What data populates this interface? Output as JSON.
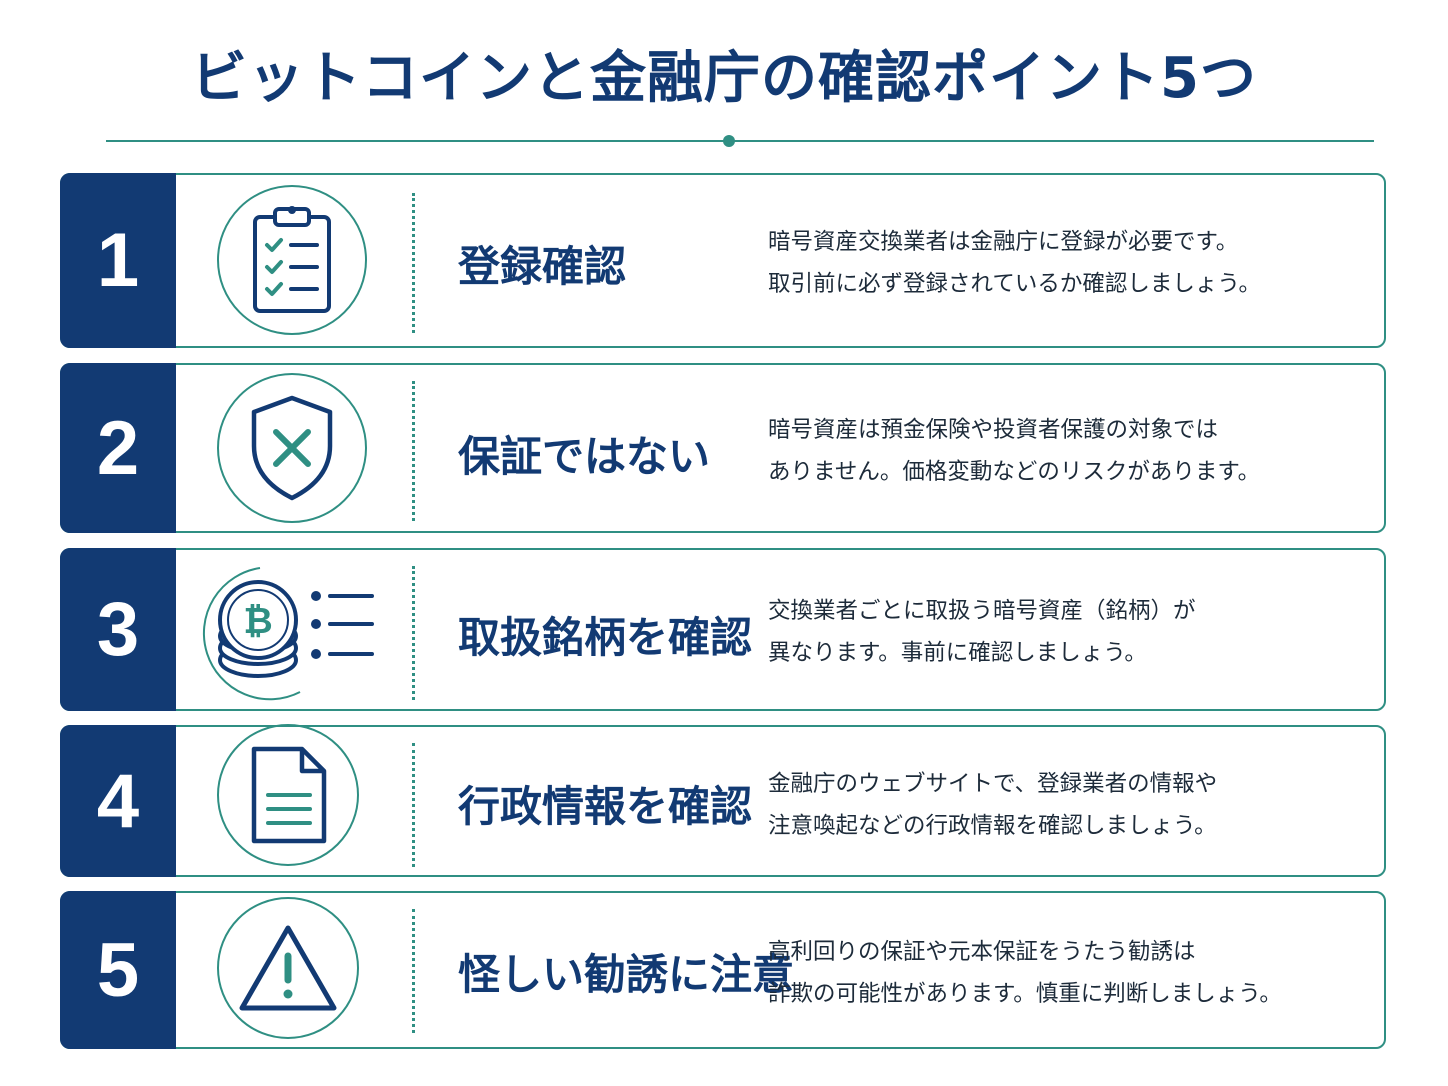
{
  "title": "ビットコインと金融庁の確認ポイント5つ",
  "colors": {
    "navy": "#123a73",
    "teal": "#2f8f83"
  },
  "points": [
    {
      "number": "1",
      "icon": "clipboard-checklist-icon",
      "heading": "登録確認",
      "lines": [
        "暗号資産交換業者は金融庁に登録が必要です。",
        "取引前に必ず登録されているか確認しましょう。"
      ]
    },
    {
      "number": "2",
      "icon": "shield-x-icon",
      "heading": "保証ではない",
      "lines": [
        "暗号資産は預金保険や投資者保護の対象では",
        "ありません。価格変動などのリスクがあります。"
      ]
    },
    {
      "number": "3",
      "icon": "bitcoin-coins-list-icon",
      "heading": "取扱銘柄を確認",
      "lines": [
        "交換業者ごとに取扱う暗号資産（銘柄）が",
        "異なります。事前に確認しましょう。"
      ]
    },
    {
      "number": "4",
      "icon": "document-icon",
      "heading": "行政情報を確認",
      "lines": [
        "金融庁のウェブサイトで、登録業者の情報や",
        "注意喚起などの行政情報を確認しましょう。"
      ]
    },
    {
      "number": "5",
      "icon": "warning-triangle-icon",
      "heading": "怪しい勧誘に注意",
      "lines": [
        "高利回りの保証や元本保証をうたう勧誘は",
        "詐欺の可能性があります。慎重に判断しましょう。"
      ]
    }
  ]
}
